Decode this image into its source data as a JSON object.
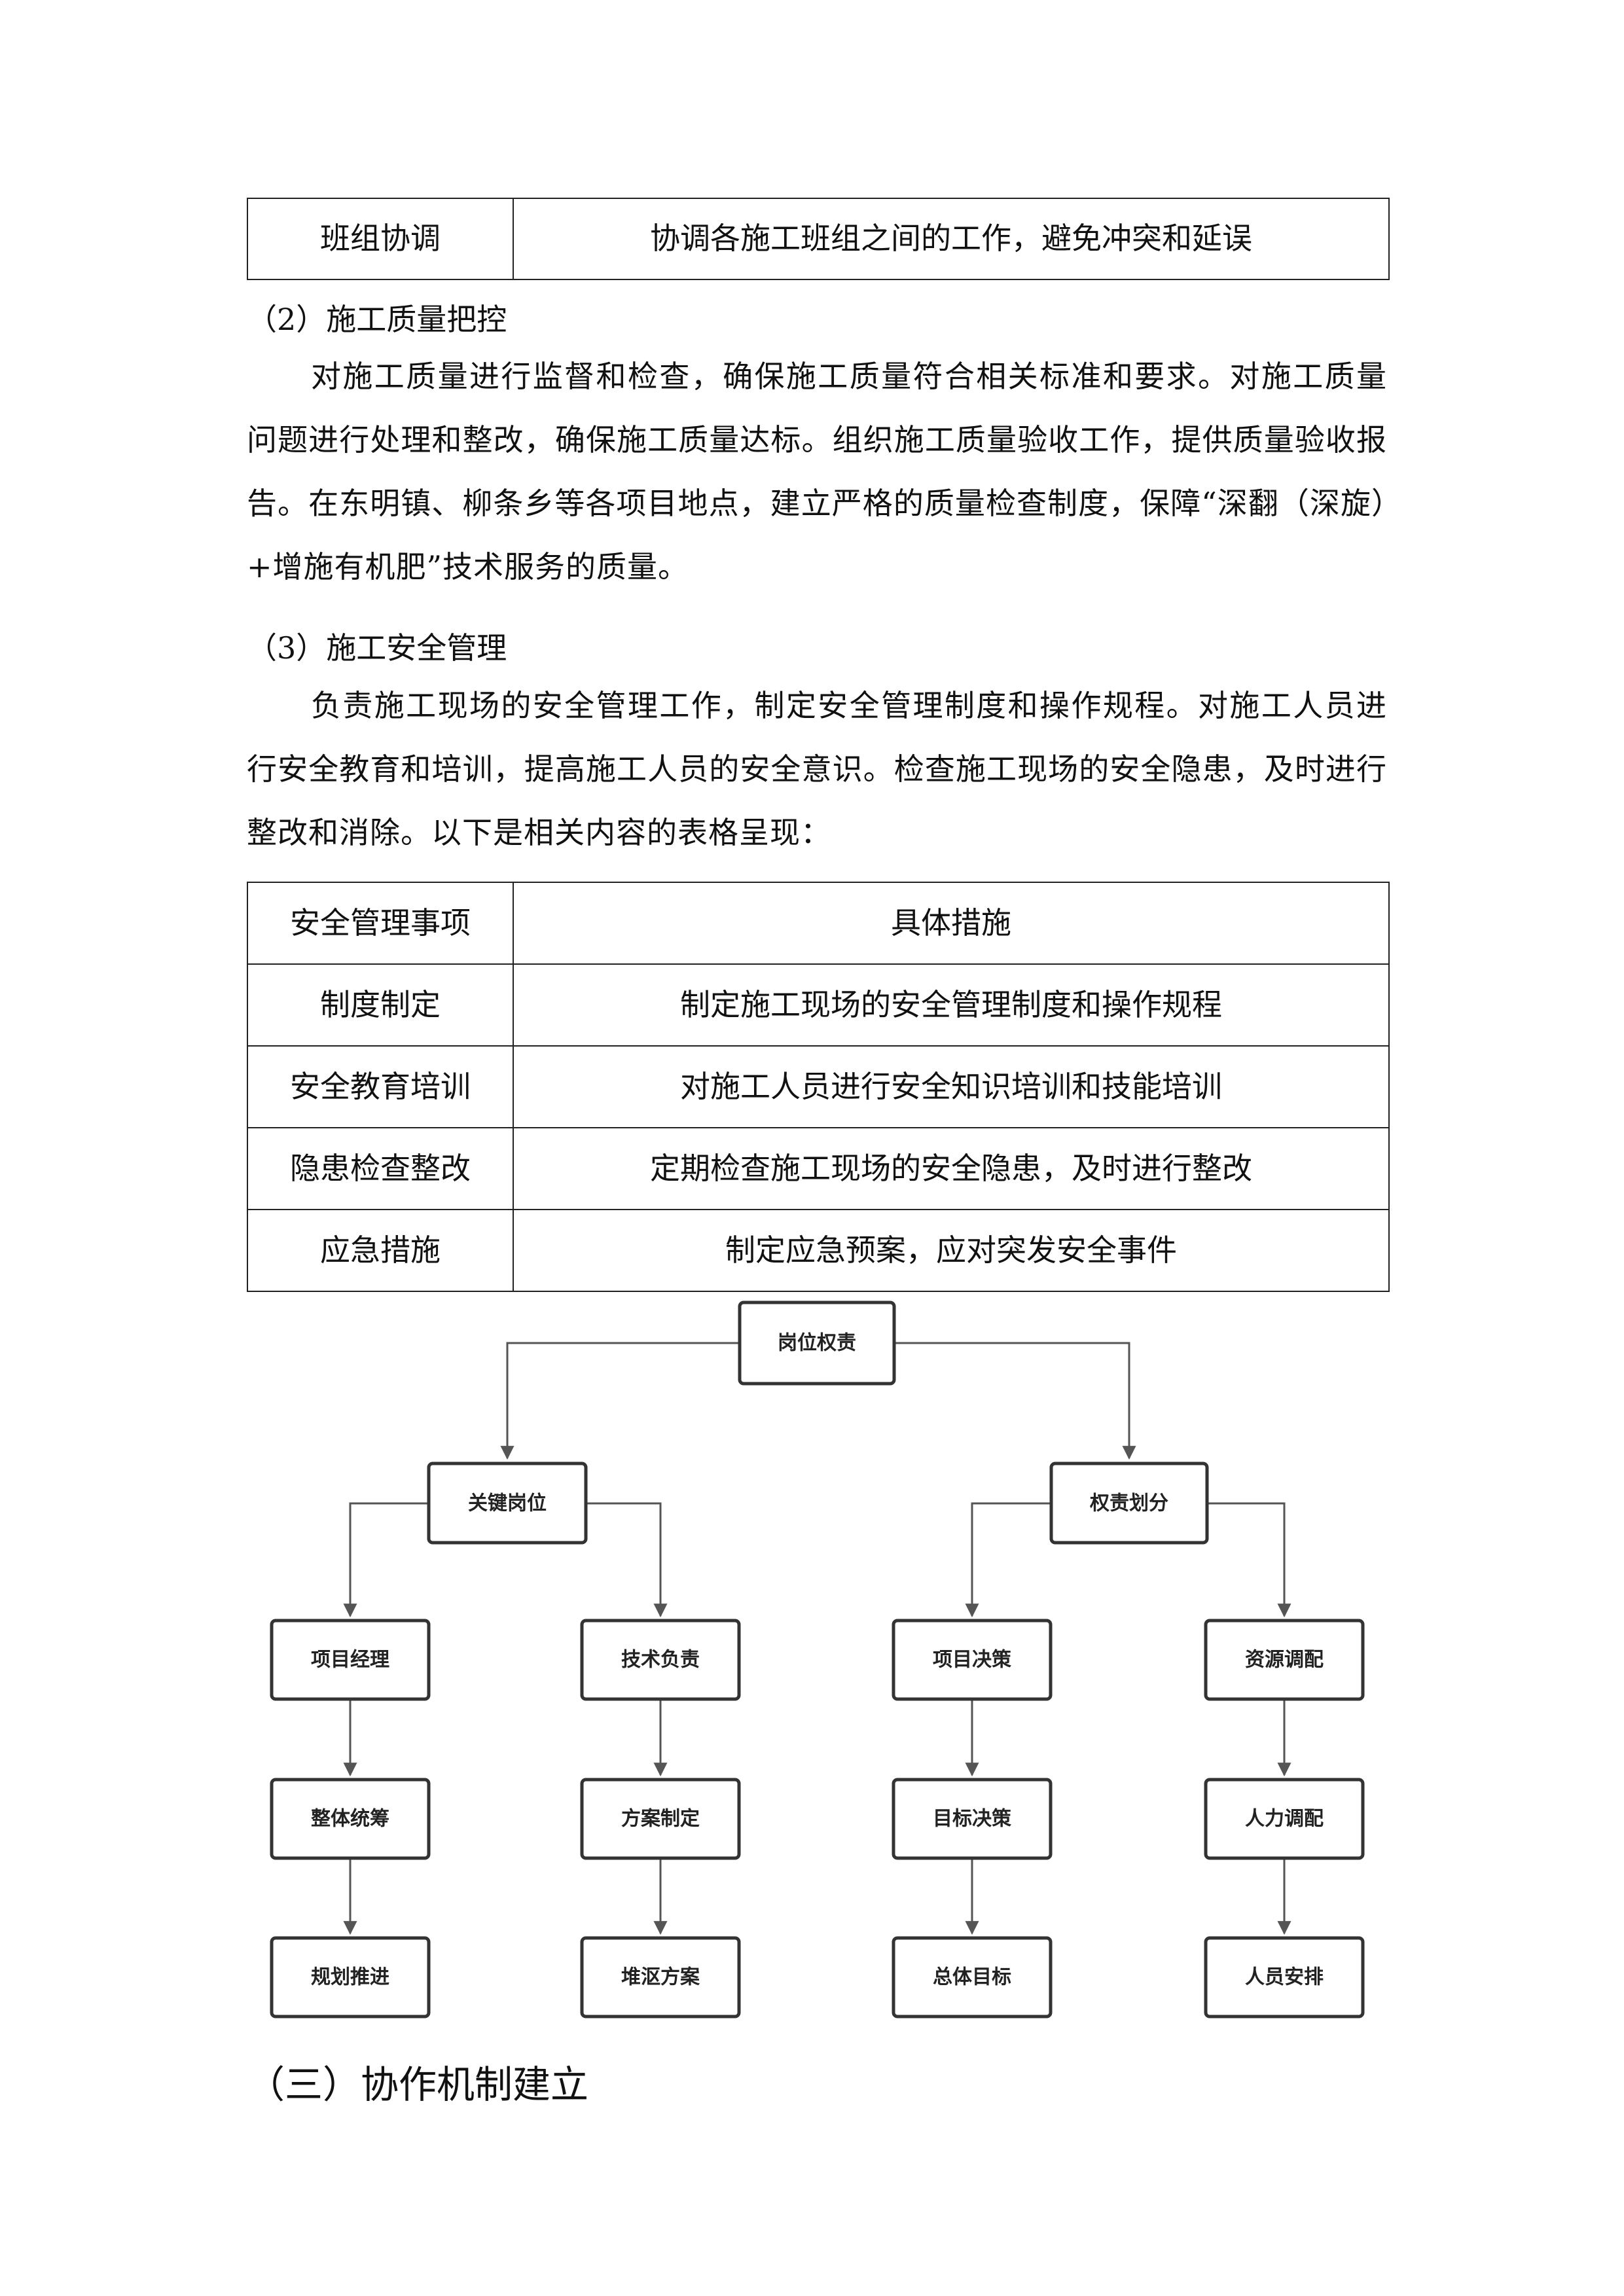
{
  "top_table": {
    "rows": [
      {
        "item": "班组协调",
        "desc": "协调各施工班组之间的工作，避免冲突和延误"
      }
    ]
  },
  "section2": {
    "heading": "（2）施工质量把控",
    "paragraph": "对施工质量进行监督和检查，确保施工质量符合相关标准和要求。对施工质量问题进行处理和整改，确保施工质量达标。组织施工质量验收工作，提供质量验收报告。在东明镇、柳条乡等各项目地点，建立严格的质量检查制度，保障“深翻（深旋）+增施有机肥”技术服务的质量。"
  },
  "section3": {
    "heading": "（3）施工安全管理",
    "paragraph": "负责施工现场的安全管理工作，制定安全管理制度和操作规程。对施工人员进行安全教育和培训，提高施工人员的安全意识。检查施工现场的安全隐患，及时进行整改和消除。以下是相关内容的表格呈现："
  },
  "safety_table": {
    "header": {
      "item": "安全管理事项",
      "desc": "具体措施"
    },
    "rows": [
      {
        "item": "制度制定",
        "desc": "制定施工现场的安全管理制度和操作规程"
      },
      {
        "item": "安全教育培训",
        "desc": "对施工人员进行安全知识培训和技能培训"
      },
      {
        "item": "隐患检查整改",
        "desc": "定期检查施工现场的安全隐患，及时进行整改"
      },
      {
        "item": "应急措施",
        "desc": "制定应急预案，应对突发安全事件"
      }
    ]
  },
  "org_chart": {
    "root": "岗位权责",
    "level1": {
      "left": "关键岗位",
      "right": "权责划分"
    },
    "columns": [
      [
        "项目经理",
        "整体统筹",
        "规划推进"
      ],
      [
        "技术负责",
        "方案制定",
        "堆沤方案"
      ],
      [
        "项目决策",
        "目标决策",
        "总体目标"
      ],
      [
        "资源调配",
        "人力调配",
        "人员安排"
      ]
    ]
  },
  "section_title": "（三）协作机制建立"
}
